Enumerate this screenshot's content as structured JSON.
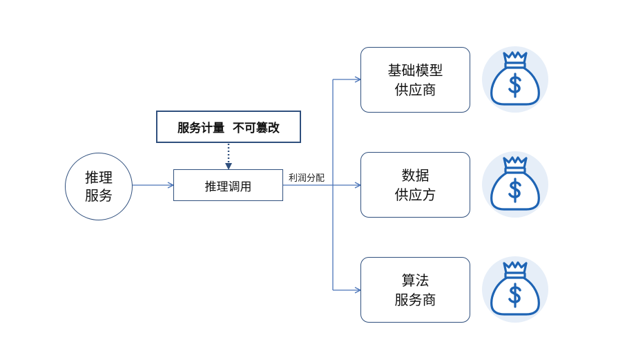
{
  "diagram": {
    "service_node": {
      "line1": "推理",
      "line2": "服务"
    },
    "call_box": {
      "label": "推理调用"
    },
    "metering_box": {
      "label": "服务计量  不可篡改"
    },
    "flow_label": "利润分配",
    "providers": [
      {
        "line1": "基础模型",
        "line2": "供应商"
      },
      {
        "line1": "数据",
        "line2": "供应方"
      },
      {
        "line1": "算法",
        "line2": "服务商"
      }
    ],
    "icons": {
      "moneybag": "money-bag-dollar-icon",
      "currency_symbol": "$"
    },
    "colors": {
      "line": "#4a74b8",
      "border": "#2f4f7d",
      "dotted_arrow": "#2f4f7d",
      "icon_circle": "#e6eef8",
      "icon_stroke": "#1e64b4"
    }
  }
}
